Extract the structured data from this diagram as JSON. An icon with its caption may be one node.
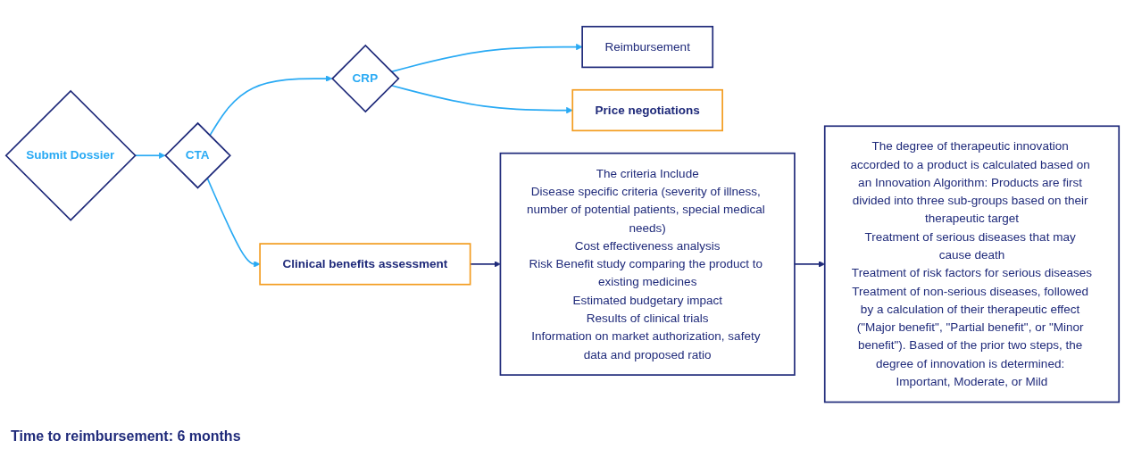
{
  "diagram": {
    "nodes": [
      {
        "text": [
          "Submit Dossier"
        ]
      },
      {
        "text": [
          "CTA"
        ]
      },
      {
        "text": [
          "CRP"
        ]
      },
      {
        "text": [
          "Reimbursement"
        ]
      },
      {
        "text": [
          "Clinical benefits assessment"
        ]
      },
      {
        "text": [
          "Price negotiations"
        ]
      },
      {
        "text": [
          "The criteria Include",
          "Disease specific criteria (severity of illness, number of potential patients, special medical needs)",
          "Cost effectiveness analysis",
          "Risk Benefit study comparing the product to existing medicines",
          "Estimated budgetary impact",
          "Results of clinical trials",
          "Information on market authorization, safety data and proposed ratio"
        ]
      },
      {
        "text": [
          "The degree of therapeutic innovation accorded to a product is calculated based on an Innovation Algorithm: Products are first divided into three sub-groups based on their therapeutic target",
          "Treatment of serious diseases that may cause death",
          "Treatment of risk factors for serious diseases",
          "Treatment of non-serious diseases, followed by a calculation of their therapeutic effect (\"Major benefit\", \"Partial benefit\", or \"Minor benefit\"). Based of the prior two steps, the degree of innovation is determined: Important, Moderate, or Mild"
        ]
      }
    ],
    "edges": [
      {
        "from": 0,
        "to": 1,
        "arrow": "to"
      },
      {
        "from": 1,
        "to": 2,
        "arrow": "to"
      },
      {
        "from": 2,
        "to": 3,
        "arrow": "to"
      },
      {
        "from": 1,
        "to": 4,
        "arrow": "to"
      },
      {
        "from": 2,
        "to": 5,
        "arrow": "to"
      },
      {
        "from": 4,
        "to": 6,
        "arrow": "to",
        "color": "#1f2a7a"
      },
      {
        "from": 6,
        "to": 7,
        "arrow": "to",
        "color": "#1f2a7a"
      }
    ],
    "labels": [
      "Time to reimbursement: 6 months"
    ]
  }
}
